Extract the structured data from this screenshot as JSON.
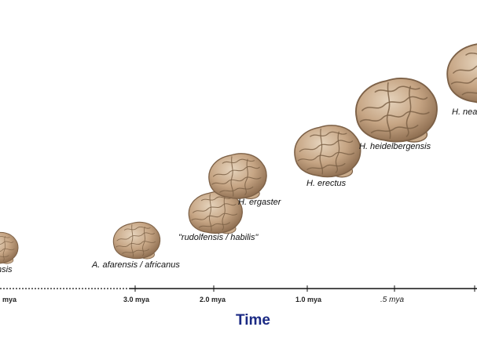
{
  "axis": {
    "title": "Time",
    "title_color": "#1b2a84",
    "ticks": [
      {
        "label": "mya"
      },
      {
        "label": "3.0 mya"
      },
      {
        "label": "2.0 mya"
      },
      {
        "label": "1.0 mya"
      },
      {
        "label": ".5 mya"
      }
    ],
    "line_style_early": "dotted",
    "line_style_late": "solid"
  },
  "species": [
    {
      "key": "sahelanthropus",
      "label": "nsis"
    },
    {
      "key": "afarensis",
      "label": "A. afarensis / africanus"
    },
    {
      "key": "rudolfensis",
      "label": "\"rudolfensis / habilis\""
    },
    {
      "key": "ergaster",
      "label": "H. ergaster"
    },
    {
      "key": "erectus",
      "label": "H. erectus"
    },
    {
      "key": "heidelbergensis",
      "label": "H. heidelbergensis"
    },
    {
      "key": "neanderthalensis",
      "label": "H. nea"
    }
  ],
  "colors": {
    "brain_fill": "#c9ab8b",
    "brain_shadow": "#7d6147",
    "brain_highlight": "#e2cfb6",
    "axis_line": "#111111"
  }
}
